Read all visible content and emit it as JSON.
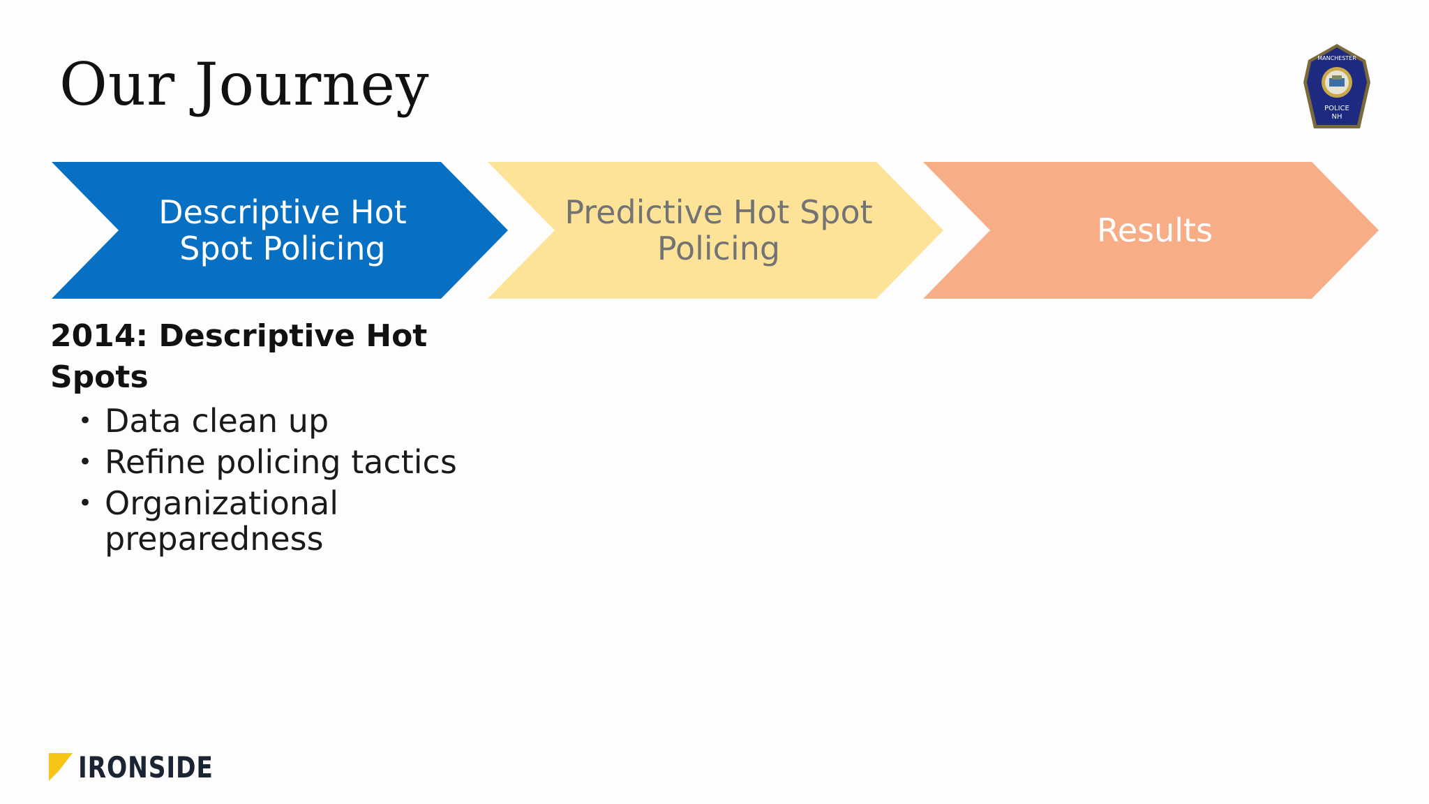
{
  "slide": {
    "title": "Our Journey"
  },
  "badge": {
    "top_text": "MANCHESTER",
    "bottom_text": "POLICE",
    "state": "NH"
  },
  "steps": [
    {
      "label": "Descriptive Hot Spot Policing",
      "color": "#0870c3",
      "text_color": "#ffffff"
    },
    {
      "label": "Predictive Hot Spot Policing",
      "color": "#fde398",
      "text_color": "#737373"
    },
    {
      "label": "Results",
      "color": "#f7ae87",
      "text_color": "#ffffff"
    }
  ],
  "details": {
    "heading": "2014: Descriptive Hot Spots",
    "items": [
      "Data clean up",
      "Refine policing tactics",
      "Organizational preparedness"
    ]
  },
  "footer": {
    "logo_text": "IRONSIDE",
    "logo_color": "#f5c518"
  }
}
